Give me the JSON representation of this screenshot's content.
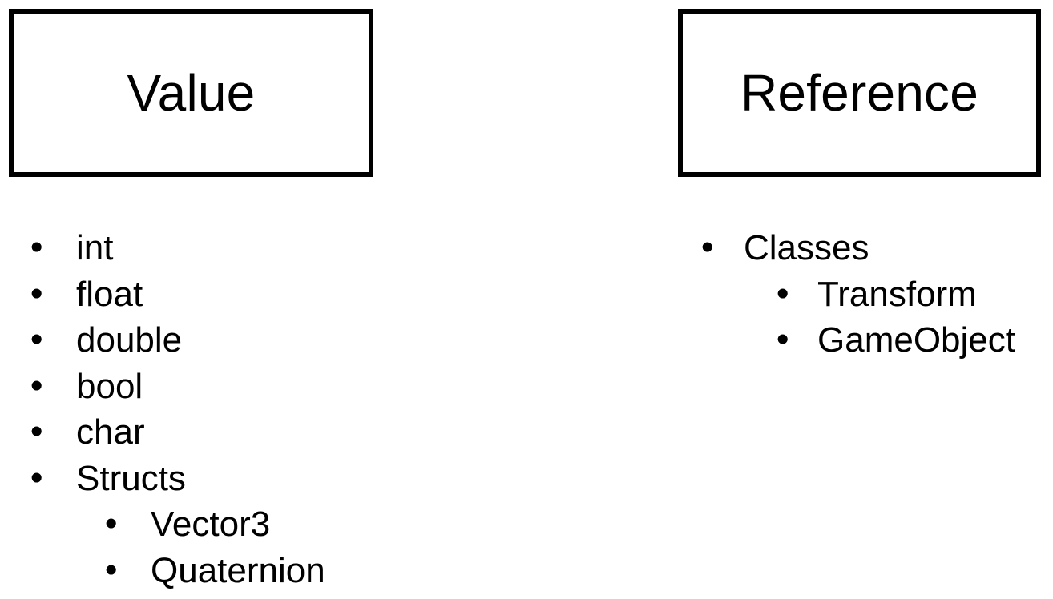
{
  "slide": {
    "background_color": "#ffffff",
    "text_color": "#000000",
    "border_color": "#000000",
    "bullet_glyph": "•"
  },
  "columns": [
    {
      "id": "value",
      "header": "Value",
      "items": [
        {
          "label": "int",
          "level": 1
        },
        {
          "label": "float",
          "level": 1
        },
        {
          "label": "double",
          "level": 1
        },
        {
          "label": "bool",
          "level": 1
        },
        {
          "label": "char",
          "level": 1
        },
        {
          "label": "Structs",
          "level": 1
        },
        {
          "label": "Vector3",
          "level": 2
        },
        {
          "label": "Quaternion",
          "level": 2
        }
      ]
    },
    {
      "id": "reference",
      "header": "Reference",
      "items": [
        {
          "label": "Classes",
          "level": 1
        },
        {
          "label": "Transform",
          "level": 2
        },
        {
          "label": "GameObject",
          "level": 2
        }
      ]
    }
  ]
}
